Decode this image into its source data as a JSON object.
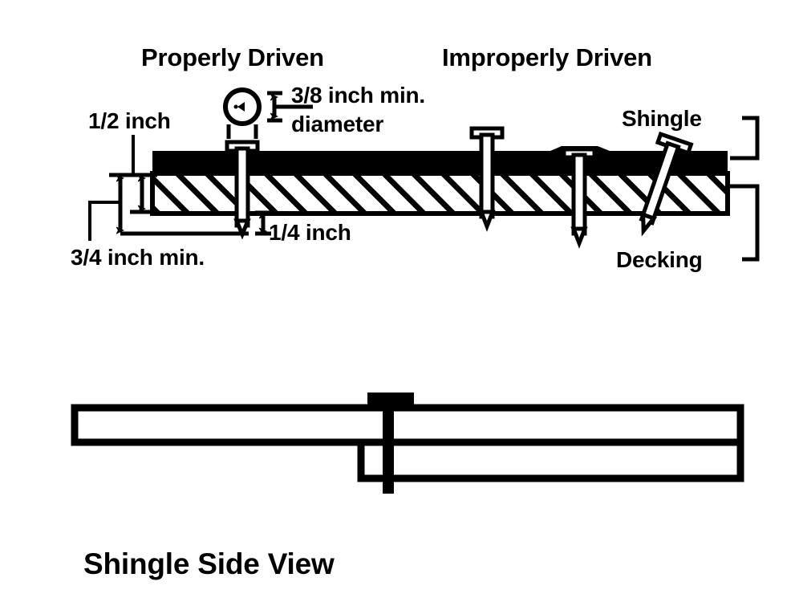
{
  "figure": {
    "title": "Shingle Nailing Detail",
    "background_color": "#ffffff",
    "ink_color": "#000000"
  },
  "headings": {
    "properly_driven": "Properly Driven",
    "improperly_driven": "Improperly Driven"
  },
  "dimensions": {
    "head_diameter": "3/8 inch min.",
    "head_diameter_line2": "diameter",
    "shingle_to_nail": "1/2 inch",
    "penetration": "1/4 inch",
    "total_min": "3/4 inch min."
  },
  "callouts": {
    "shingle": "Shingle",
    "decking": "Decking"
  },
  "bottom_view": {
    "title": "Shingle Side View"
  },
  "layers": [
    {
      "name": "shingle",
      "fill": "#000000",
      "description": "solid black band"
    },
    {
      "name": "decking",
      "fill": "#ffffff",
      "pattern": "diagonal-hatch",
      "description": "hatched band"
    }
  ],
  "nails": [
    {
      "name": "properly-driven-nail",
      "state": "correct",
      "group": "properly-driven"
    },
    {
      "name": "under-driven-nail",
      "state": "head-too-high",
      "group": "improperly-driven"
    },
    {
      "name": "over-driven-nail",
      "state": "head-sunken",
      "group": "improperly-driven"
    },
    {
      "name": "angled-nail",
      "state": "crooked",
      "group": "improperly-driven"
    }
  ]
}
